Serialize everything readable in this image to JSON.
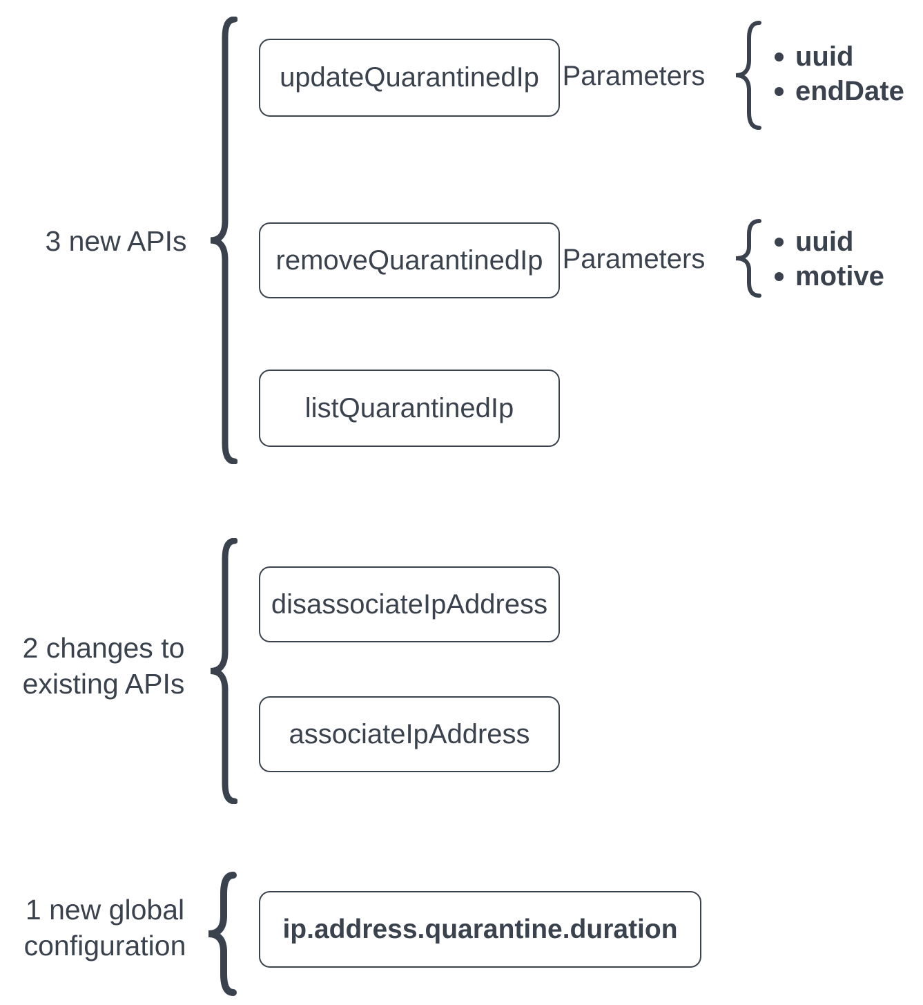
{
  "colors": {
    "ink": "#3A424E",
    "background": "#FFFFFF"
  },
  "section_new_apis": {
    "label": "3 new APIs",
    "rows": [
      {
        "api": "updateQuarantinedIp",
        "params_label": "Parameters",
        "params": [
          "uuid",
          "endDate"
        ]
      },
      {
        "api": "removeQuarantinedIp",
        "params_label": "Parameters",
        "params": [
          "uuid",
          "motive"
        ]
      },
      {
        "api": "listQuarantinedIp"
      }
    ]
  },
  "section_changed_apis": {
    "label_line1": "2 changes to",
    "label_line2": "existing APIs",
    "rows": [
      {
        "api": "disassociateIpAddress"
      },
      {
        "api": "associateIpAddress"
      }
    ]
  },
  "section_global_config": {
    "label_line1": "1 new global",
    "label_line2": "configuration",
    "config_key": "ip.address.quarantine.duration"
  }
}
